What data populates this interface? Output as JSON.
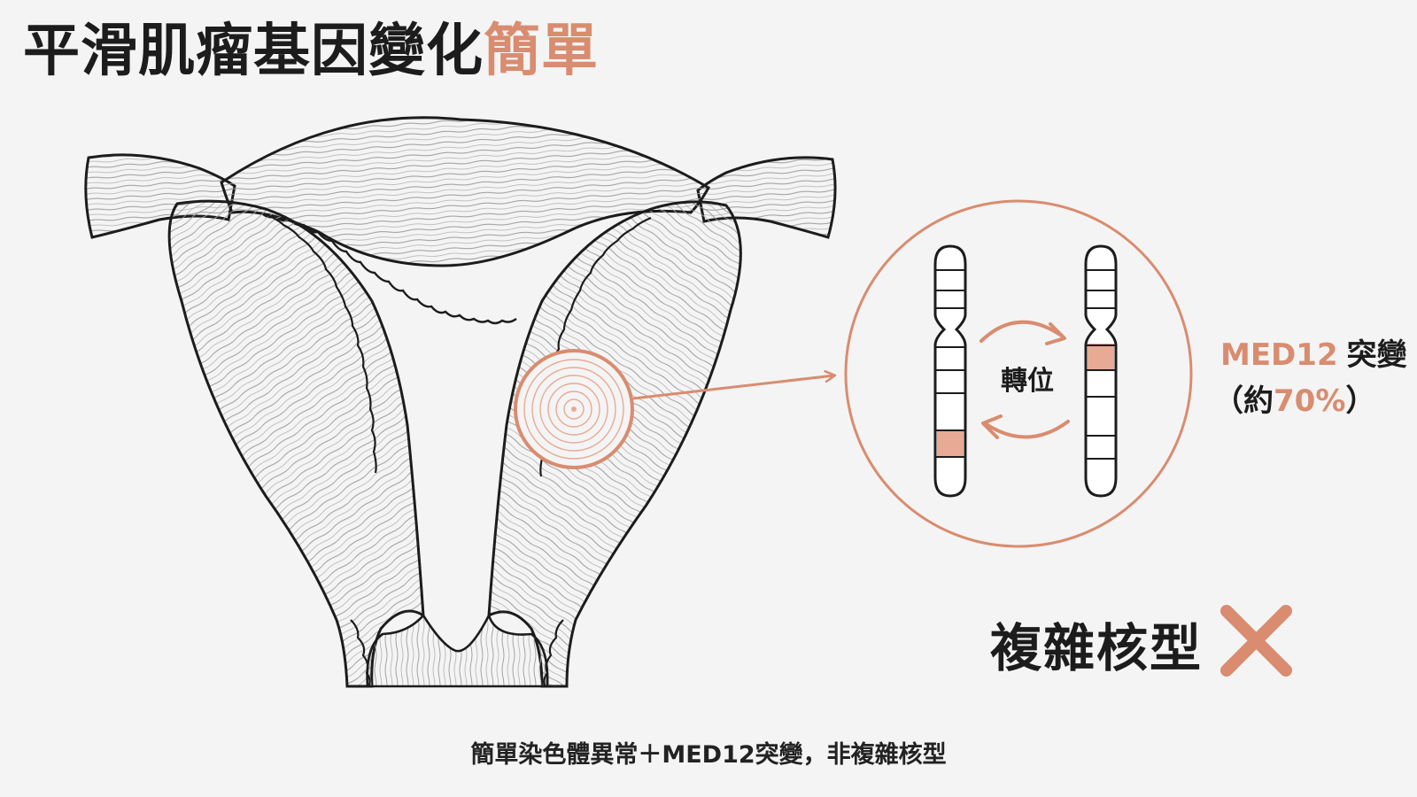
{
  "title": {
    "main": "平滑肌瘤基因變化",
    "accent": "簡單"
  },
  "diagram": {
    "translocation_label": "轉位",
    "mutation_gene": "MED12",
    "mutation_word": "突變",
    "percent_prefix": "（約",
    "percent_value": "70%",
    "percent_suffix": "）"
  },
  "result": {
    "label": "複雜核型"
  },
  "caption": "簡單染色體異常＋MED12突變，非複雜核型",
  "colors": {
    "accent": "#d98c6f",
    "highlight_fill": "#e8a995",
    "ink": "#1c1c1c",
    "background": "#f4f4f4"
  },
  "icons": {
    "result_mark": "x-mark-icon",
    "swap": "curved-arrows-icon"
  }
}
